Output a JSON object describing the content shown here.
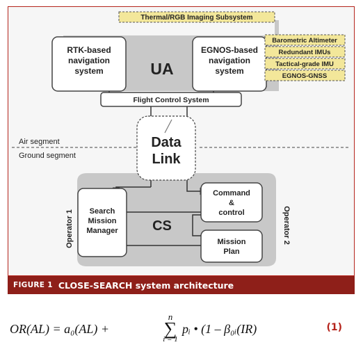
{
  "diagram": {
    "top_bar": "Thermal/RGB Imaging Subsystem",
    "ua_label": "UA",
    "rtk_box": [
      "RTK-based",
      "navigation",
      "system"
    ],
    "egnos_box": [
      "EGNOS-based",
      "navigation",
      "system"
    ],
    "sensors": [
      "Barometric Altimeter",
      "Redundant IMUs",
      "Tactical-grade IMU",
      "EGNOS-GNSS"
    ],
    "fcs": "Flight Control System",
    "air_segment": "Air segment",
    "ground_segment": "Ground segment",
    "data_link": [
      "Data",
      "Link"
    ],
    "cs_label": "CS",
    "operator1": "Operator 1",
    "operator2": "Operator 2",
    "search_box": [
      "Search",
      "Mission",
      "Manager"
    ],
    "command_box": [
      "Command",
      "&",
      "control"
    ],
    "mission_box": [
      "Mission",
      "Plan"
    ]
  },
  "caption": {
    "label": "FIGURE 1",
    "title": "CLOSE-SEARCH system architecture"
  },
  "equation": {
    "lhs": "OR(AL) = a₀(AL) + ",
    "sum_top": "n",
    "sum_symbol": "∑",
    "sum_bottom": "i = 1",
    "rhs": "pᵢ • (1 – β₀ᵢ(IR)",
    "number": "(1)"
  },
  "colors": {
    "accent": "#b5241c",
    "caption_bg": "#8e1f19",
    "sensor_fill": "#f3e79a",
    "region_fill": "#c8c8c8"
  }
}
